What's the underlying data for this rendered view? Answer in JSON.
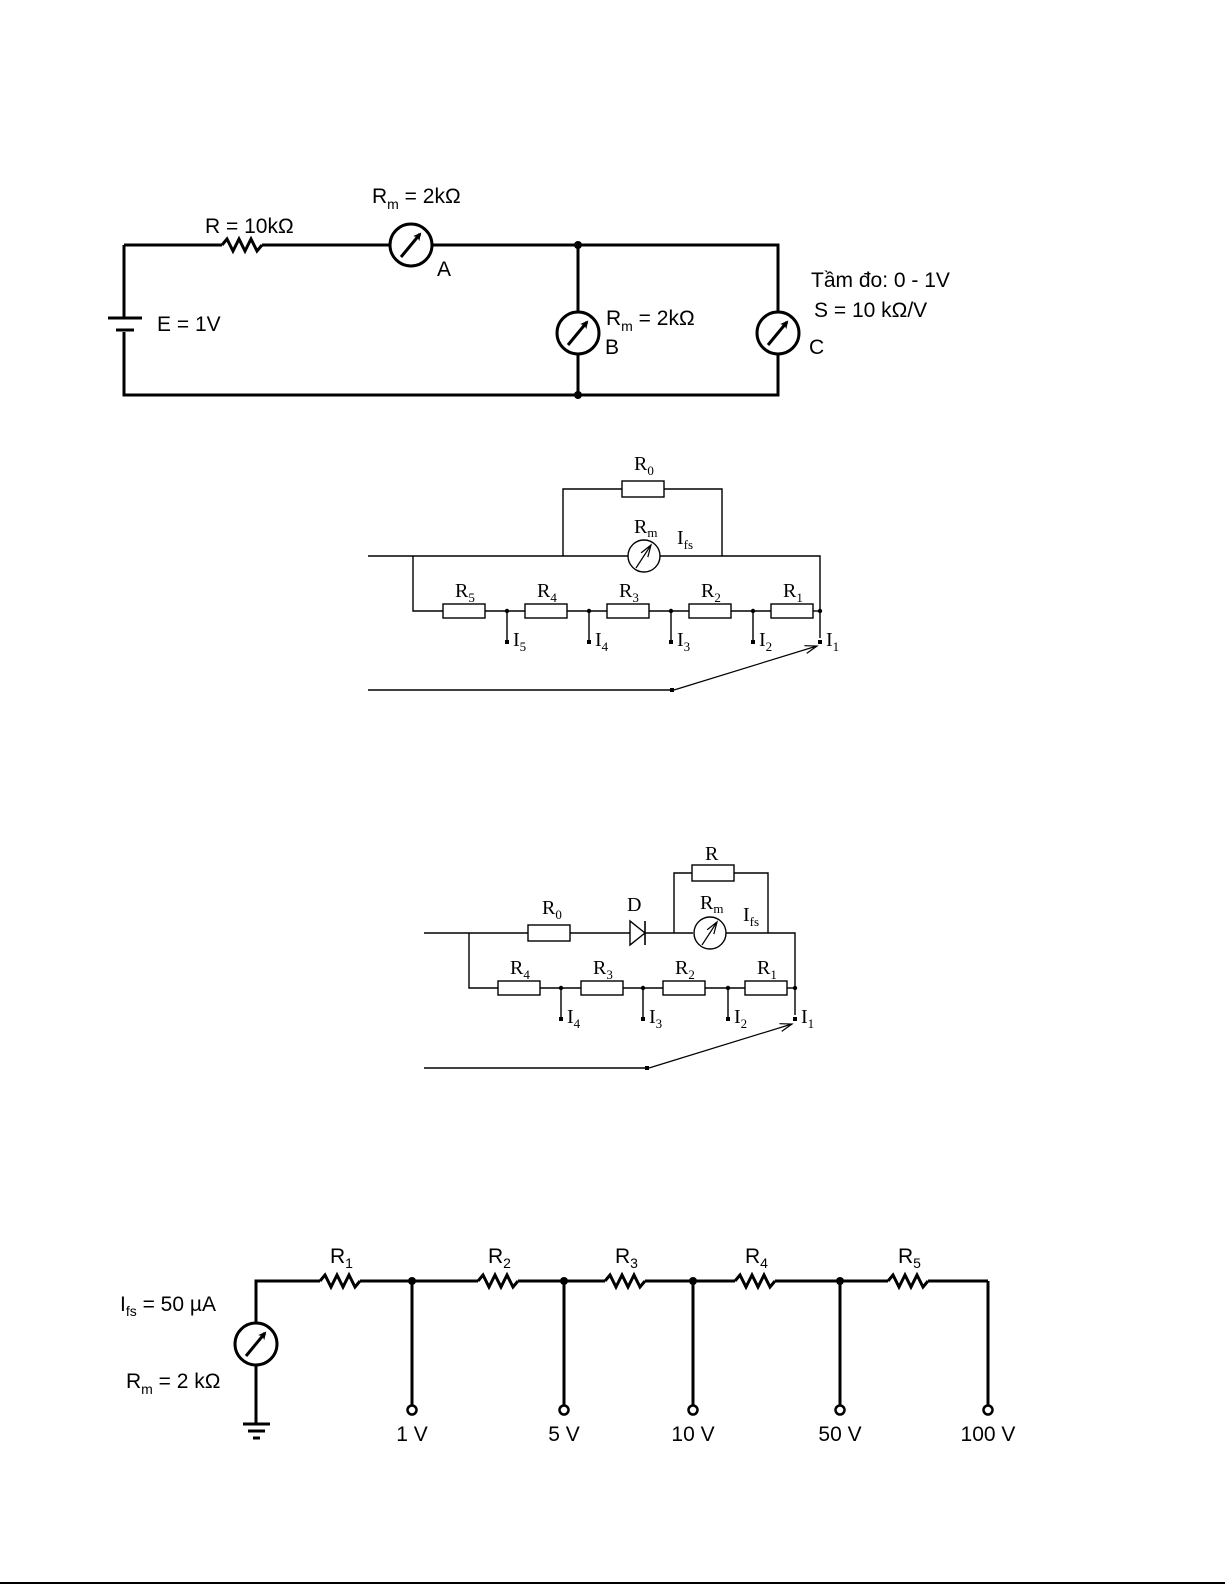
{
  "circuit1": {
    "resistor_label": "R = 10kΩ",
    "meter_a_rm_main": "R",
    "meter_a_rm_sub": "m",
    "meter_a_rm_value": " = 2kΩ",
    "meter_a_name": "A",
    "source_label": "E = 1V",
    "meter_b_rm_main": "R",
    "meter_b_rm_sub": "m",
    "meter_b_rm_value": " = 2kΩ",
    "meter_b_name": "B",
    "meter_c_name": "C",
    "meter_c_range": "Tầm đo: 0 - 1V",
    "meter_c_sensitivity": "S = 10 kΩ/V"
  },
  "circuit2": {
    "shunt_r0": {
      "main": "R",
      "sub": "0"
    },
    "meter_rm": {
      "main": "R",
      "sub": "m"
    },
    "ifs": {
      "main": "I",
      "sub": "fs"
    },
    "resistors": [
      {
        "main": "R",
        "sub": "5"
      },
      {
        "main": "R",
        "sub": "4"
      },
      {
        "main": "R",
        "sub": "3"
      },
      {
        "main": "R",
        "sub": "2"
      },
      {
        "main": "R",
        "sub": "1"
      }
    ],
    "taps": [
      {
        "main": "I",
        "sub": "5"
      },
      {
        "main": "I",
        "sub": "4"
      },
      {
        "main": "I",
        "sub": "3"
      },
      {
        "main": "I",
        "sub": "2"
      },
      {
        "main": "I",
        "sub": "1"
      }
    ]
  },
  "circuit3": {
    "shunt_r": "R",
    "series_r0": {
      "main": "R",
      "sub": "0"
    },
    "diode": "D",
    "meter_rm": {
      "main": "R",
      "sub": "m"
    },
    "ifs": {
      "main": "I",
      "sub": "fs"
    },
    "resistors": [
      {
        "main": "R",
        "sub": "4"
      },
      {
        "main": "R",
        "sub": "3"
      },
      {
        "main": "R",
        "sub": "2"
      },
      {
        "main": "R",
        "sub": "1"
      }
    ],
    "taps": [
      {
        "main": "I",
        "sub": "4"
      },
      {
        "main": "I",
        "sub": "3"
      },
      {
        "main": "I",
        "sub": "2"
      },
      {
        "main": "I",
        "sub": "1"
      }
    ]
  },
  "circuit4": {
    "ifs_main": "I",
    "ifs_sub": "fs",
    "ifs_value": " = 50 µA",
    "rm_main": "R",
    "rm_sub": "m",
    "rm_value": " = 2 kΩ",
    "resistors": [
      {
        "main": "R",
        "sub": "1"
      },
      {
        "main": "R",
        "sub": "2"
      },
      {
        "main": "R",
        "sub": "3"
      },
      {
        "main": "R",
        "sub": "4"
      },
      {
        "main": "R",
        "sub": "5"
      }
    ],
    "ranges": [
      "1 V",
      "5 V",
      "10 V",
      "50 V",
      "100 V"
    ]
  }
}
